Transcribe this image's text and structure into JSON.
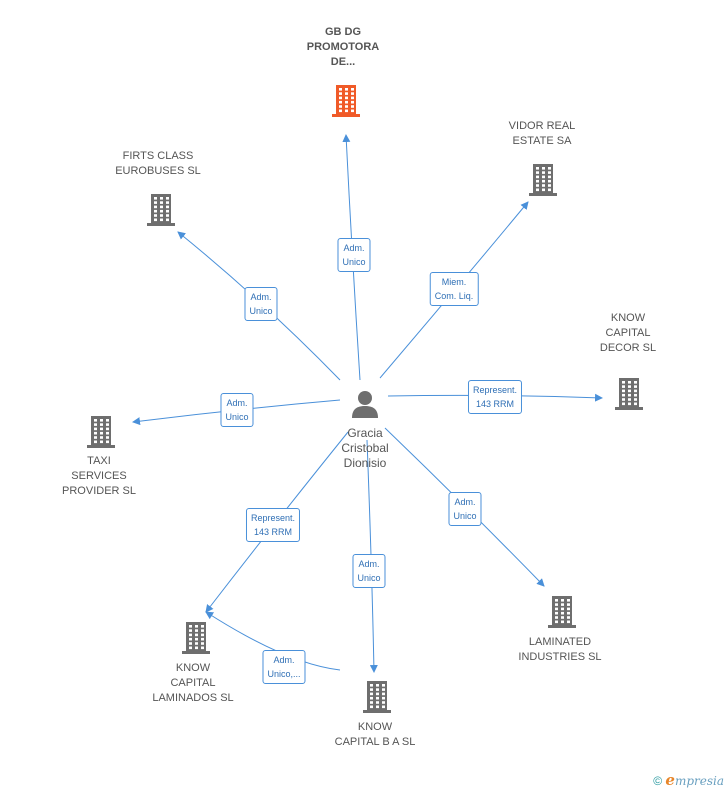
{
  "center": {
    "label": "Gracia\nCristobal\nDionisio",
    "icon": "person-icon"
  },
  "companies": [
    {
      "id": "gbdg",
      "label": "GB DG\nPROMOTORA\nDE...",
      "focus": true,
      "color": "#f05a28"
    },
    {
      "id": "vidor",
      "label": "VIDOR REAL\nESTATE SA",
      "focus": false,
      "color": "#6e6e6e"
    },
    {
      "id": "firts",
      "label": "FIRTS CLASS\nEUROBUSES SL",
      "focus": false,
      "color": "#6e6e6e"
    },
    {
      "id": "knowdecor",
      "label": "KNOW\nCAPITAL\nDECOR  SL",
      "focus": false,
      "color": "#6e6e6e"
    },
    {
      "id": "taxi",
      "label": "TAXI\nSERVICES\nPROVIDER  SL",
      "focus": false,
      "color": "#6e6e6e"
    },
    {
      "id": "laminated",
      "label": "LAMINATED\nINDUSTRIES SL",
      "focus": false,
      "color": "#6e6e6e"
    },
    {
      "id": "knowlam",
      "label": "KNOW\nCAPITAL\nLAMINADOS SL",
      "focus": false,
      "color": "#6e6e6e"
    },
    {
      "id": "knowba",
      "label": "KNOW\nCAPITAL B A SL",
      "focus": false,
      "color": "#6e6e6e"
    }
  ],
  "relations": [
    {
      "to": "gbdg",
      "label": "Adm.\nUnico"
    },
    {
      "to": "vidor",
      "label": "Miem.\nCom. Liq."
    },
    {
      "to": "firts",
      "label": "Adm.\nUnico"
    },
    {
      "to": "knowdecor",
      "label": "Represent.\n143 RRM"
    },
    {
      "to": "taxi",
      "label": "Adm.\nUnico"
    },
    {
      "to": "laminated",
      "label": "Adm.\nUnico"
    },
    {
      "to": "knowlam",
      "label": "Represent.\n143 RRM"
    },
    {
      "to": "knowba",
      "label": "Adm.\nUnico"
    },
    {
      "from": "knowba",
      "to": "knowlam",
      "label": "Adm.\nUnico,..."
    }
  ],
  "colors": {
    "edge": "#4a90d9",
    "building": "#6e6e6e",
    "focus_building": "#f05a28"
  },
  "footer": {
    "copyright": "©",
    "brand_initial": "e",
    "brand_rest": "mpresia"
  }
}
